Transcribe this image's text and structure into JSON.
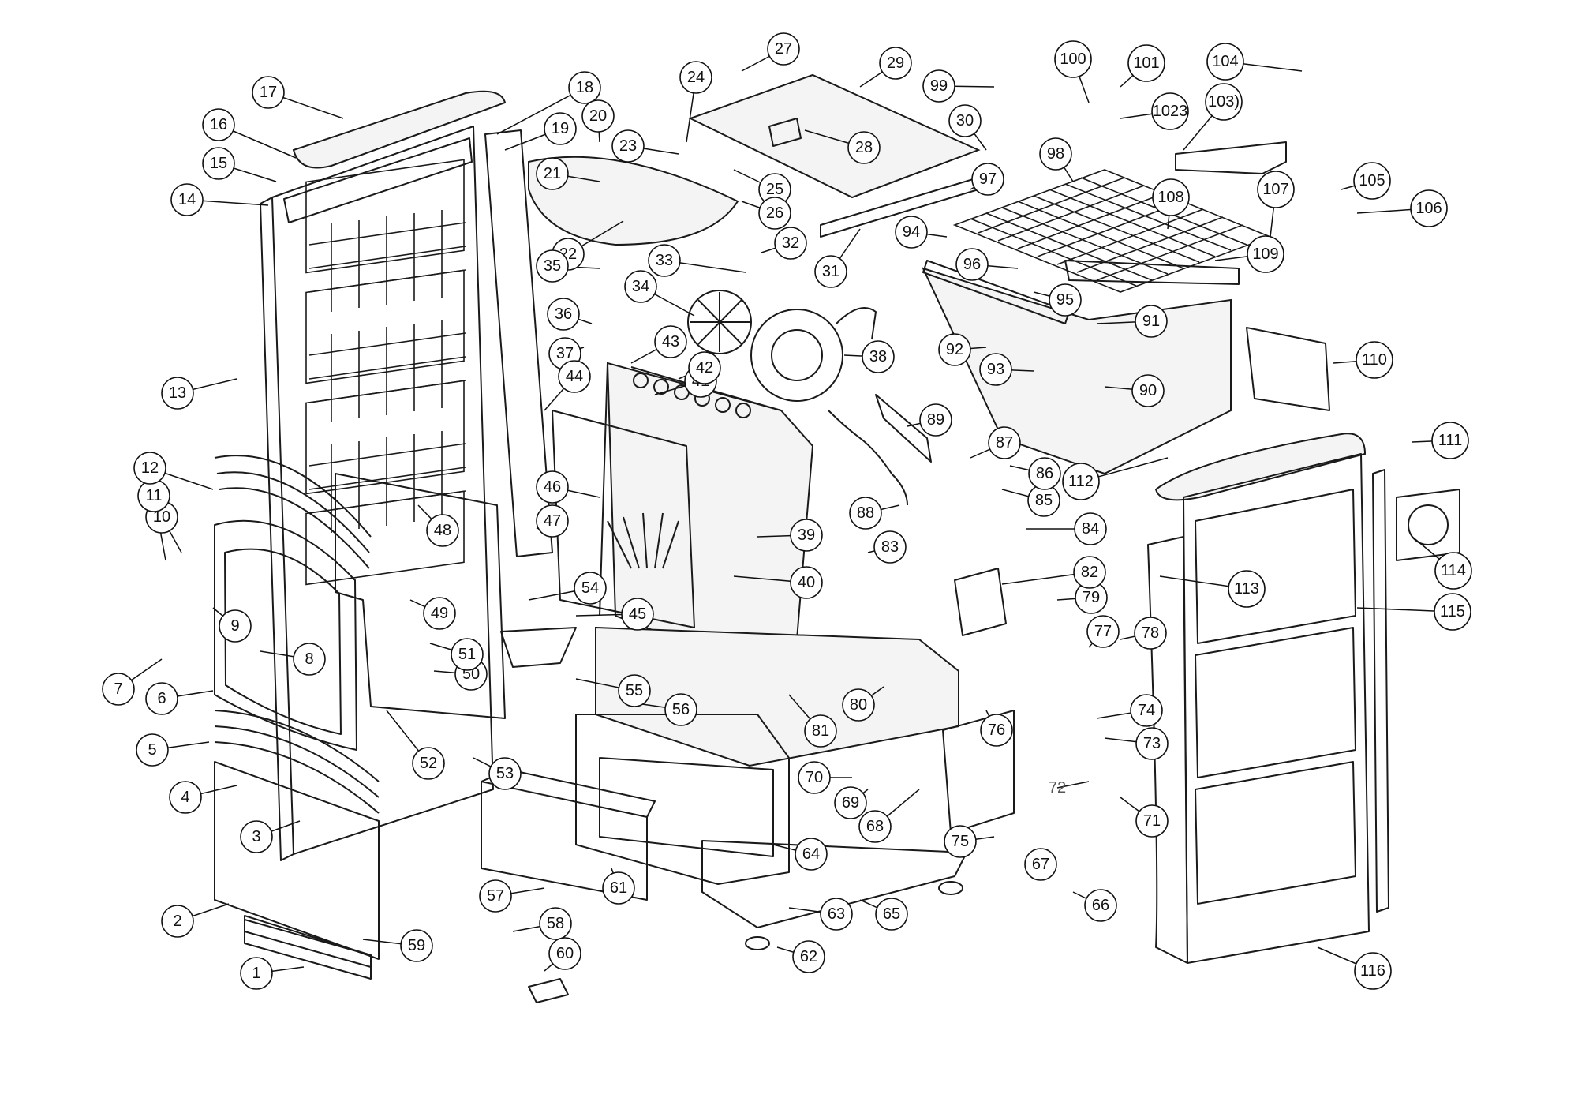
{
  "labels": [
    "1",
    "2",
    "3",
    "4",
    "5",
    "6",
    "7",
    "8",
    "9",
    "10",
    "11",
    "12",
    "13",
    "14",
    "15",
    "16",
    "17",
    "18",
    "19",
    "20",
    "21",
    "22",
    "23",
    "24",
    "25",
    "26",
    "27",
    "28",
    "29",
    "30",
    "31",
    "32",
    "33",
    "34",
    "35",
    "36",
    "37",
    "38",
    "39",
    "40",
    "41",
    "42",
    "43",
    "44",
    "45",
    "46",
    "47",
    "48",
    "49",
    "50",
    "51",
    "52",
    "53",
    "54",
    "55",
    "56",
    "57",
    "58",
    "59",
    "60",
    "61",
    "62",
    "63",
    "64",
    "65",
    "66",
    "67",
    "68",
    "69",
    "70",
    "71",
    "72",
    "73",
    "74",
    "75",
    "76",
    "77",
    "78",
    "79",
    "80",
    "81",
    "82",
    "83",
    "84",
    "85",
    "86",
    "87",
    "88",
    "89",
    "90",
    "91",
    "92",
    "93",
    "94",
    "95",
    "96",
    "97",
    "98",
    "99",
    "100",
    "101",
    "1023",
    "103)",
    "104",
    "105",
    "106",
    "107",
    "108",
    "109",
    "110",
    "111",
    "112",
    "113",
    "114",
    "115",
    "116"
  ]
}
